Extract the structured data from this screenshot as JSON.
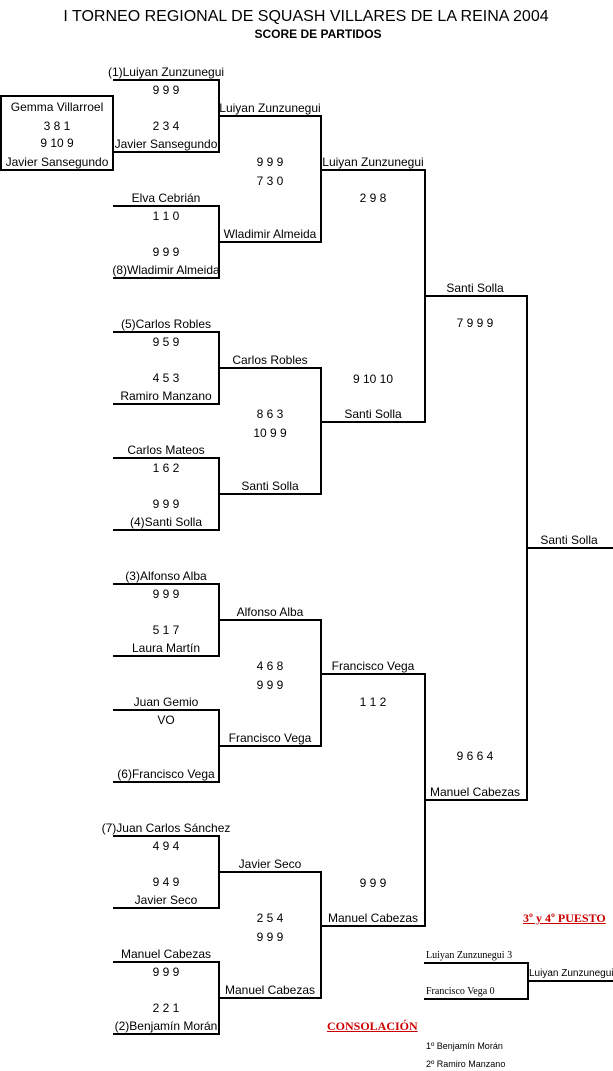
{
  "title": "I TORNEO REGIONAL DE SQUASH VILLARES DE LA REINA 2004",
  "subtitle": "SCORE DE PARTIDOS",
  "round1": [
    {
      "top": "(1)Luiyan Zunzunegui",
      "top_score": "9   9   9",
      "bottom_score": "2   3   4",
      "bottom": "Javier Sansegundo"
    },
    {
      "top": "Elva Cebrián",
      "top_score": "1   1   0",
      "bottom_score": "9   9   9",
      "bottom": "(8)Wladimir Almeida"
    },
    {
      "top": "(5)Carlos Robles",
      "top_score": "9   5   9",
      "bottom_score": "4   5   3",
      "bottom": "Ramiro Manzano"
    },
    {
      "top": "Carlos Mateos",
      "top_score": "1   6   2",
      "bottom_score": "9   9   9",
      "bottom": "(4)Santi Solla"
    },
    {
      "top": "(3)Alfonso Alba",
      "top_score": "9   9   9",
      "bottom_score": "5   1   7",
      "bottom": "Laura Martín"
    },
    {
      "top": "Juan Gemio",
      "top_score": "VO",
      "bottom_score": "",
      "bottom": "(6)Francisco Vega"
    },
    {
      "top": "(7)Juan Carlos Sánchez",
      "top_score": "4   9   4",
      "bottom_score": "9   4   9",
      "bottom": "Javier Seco"
    },
    {
      "top": "Manuel Cabezas",
      "top_score": "9   9   9",
      "bottom_score": "2   2   1",
      "bottom": "(2)Benjamín Morán"
    }
  ],
  "prelim": {
    "top": "Gemma Villarroel",
    "score1": "3   8   1",
    "score2": "9   10   9",
    "bottom": "Javier Sansegundo"
  },
  "round2": [
    {
      "top": "Luiyan Zunzunegui",
      "top_score": "9   9   9",
      "bottom_score": "7   3   0",
      "bottom": "Wladimir Almeida"
    },
    {
      "top": "Carlos Robles",
      "top_score": "8   6   3",
      "bottom_score": "10   9   9",
      "bottom": "Santi Solla"
    },
    {
      "top": "Alfonso Alba",
      "top_score": "4   6   8",
      "bottom_score": "9   9   9",
      "bottom": "Francisco Vega"
    },
    {
      "top": "Javier Seco",
      "top_score": "2   5   4",
      "bottom_score": "9   9   9",
      "bottom": "Manuel Cabezas"
    }
  ],
  "round3": [
    {
      "top": "Luiyan Zunzunegui",
      "top_score": "2   9   8",
      "bottom_score": "9   10   10",
      "bottom": "Santi Solla"
    },
    {
      "top": "Francisco Vega",
      "top_score": "1   1   2",
      "bottom_score": "9   9   9",
      "bottom": "Manuel Cabezas"
    }
  ],
  "final": {
    "top": "Santi Solla",
    "top_score": "7   9   9   9",
    "bottom_score": "9   6   6   4",
    "bottom": "Manuel Cabezas",
    "winner": "Santi Solla"
  },
  "third_place": {
    "heading": "3º y 4º PUESTO",
    "top": "Luiyan Zunzunegui 3",
    "bottom": "Francisco Vega 0",
    "winner": "Luiyan Zunzunegui"
  },
  "consolation": {
    "heading": "CONSOLACIÓN",
    "first": "1º Benjamín Morán",
    "second": "2º Ramiro Manzano"
  }
}
